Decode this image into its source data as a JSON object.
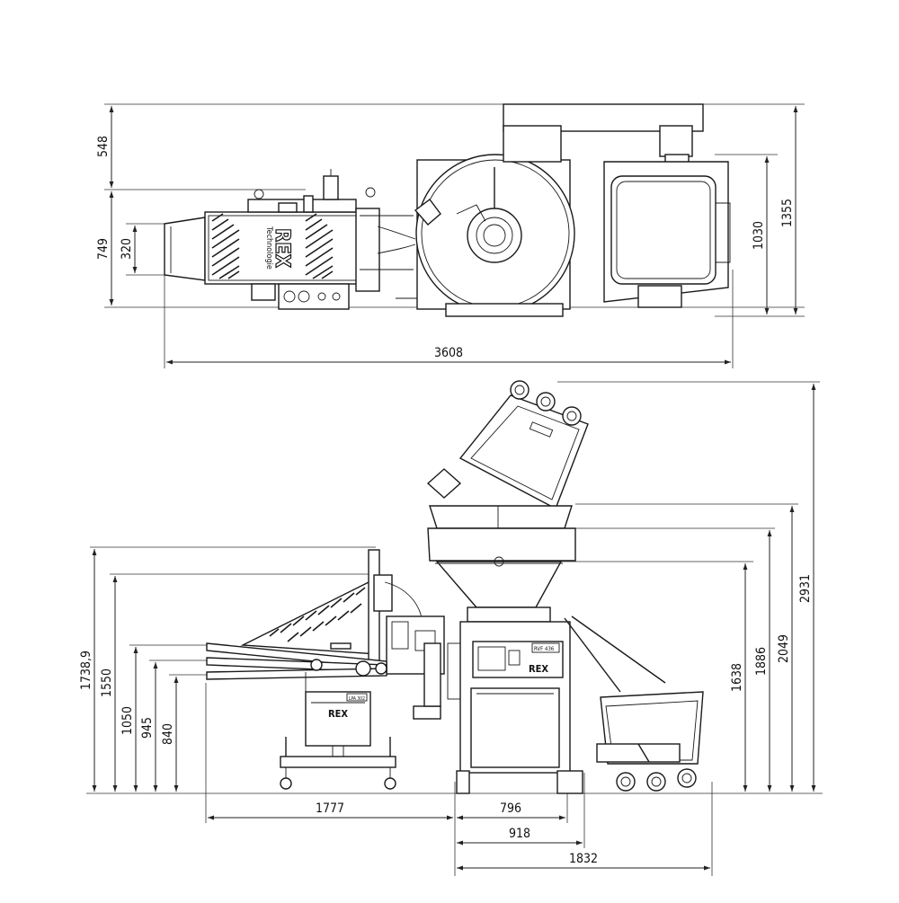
{
  "top_view": {
    "dims": {
      "height_upper": "548",
      "height_lower": "749",
      "inlet": "320",
      "hopper_depth": "1030",
      "total_depth": "1355",
      "total_length": "3608"
    },
    "logo_text": "REX",
    "logo_subtext": "Technologie"
  },
  "side_view": {
    "dims": {
      "h_1738": "1738,9",
      "h_1550": "1550",
      "h_1050": "1050",
      "h_945": "945",
      "h_840": "840",
      "h_1638": "1638",
      "h_1886": "1886",
      "h_2049": "2049",
      "h_2931": "2931",
      "w_1777": "1777",
      "w_796": "796",
      "w_918": "918",
      "w_1832": "1832"
    },
    "machine_label": "RVF 436",
    "cart_label": "LPA 302",
    "logo_text": "REX"
  },
  "colors": {
    "line": "#1a1a1a",
    "background": "#ffffff"
  }
}
